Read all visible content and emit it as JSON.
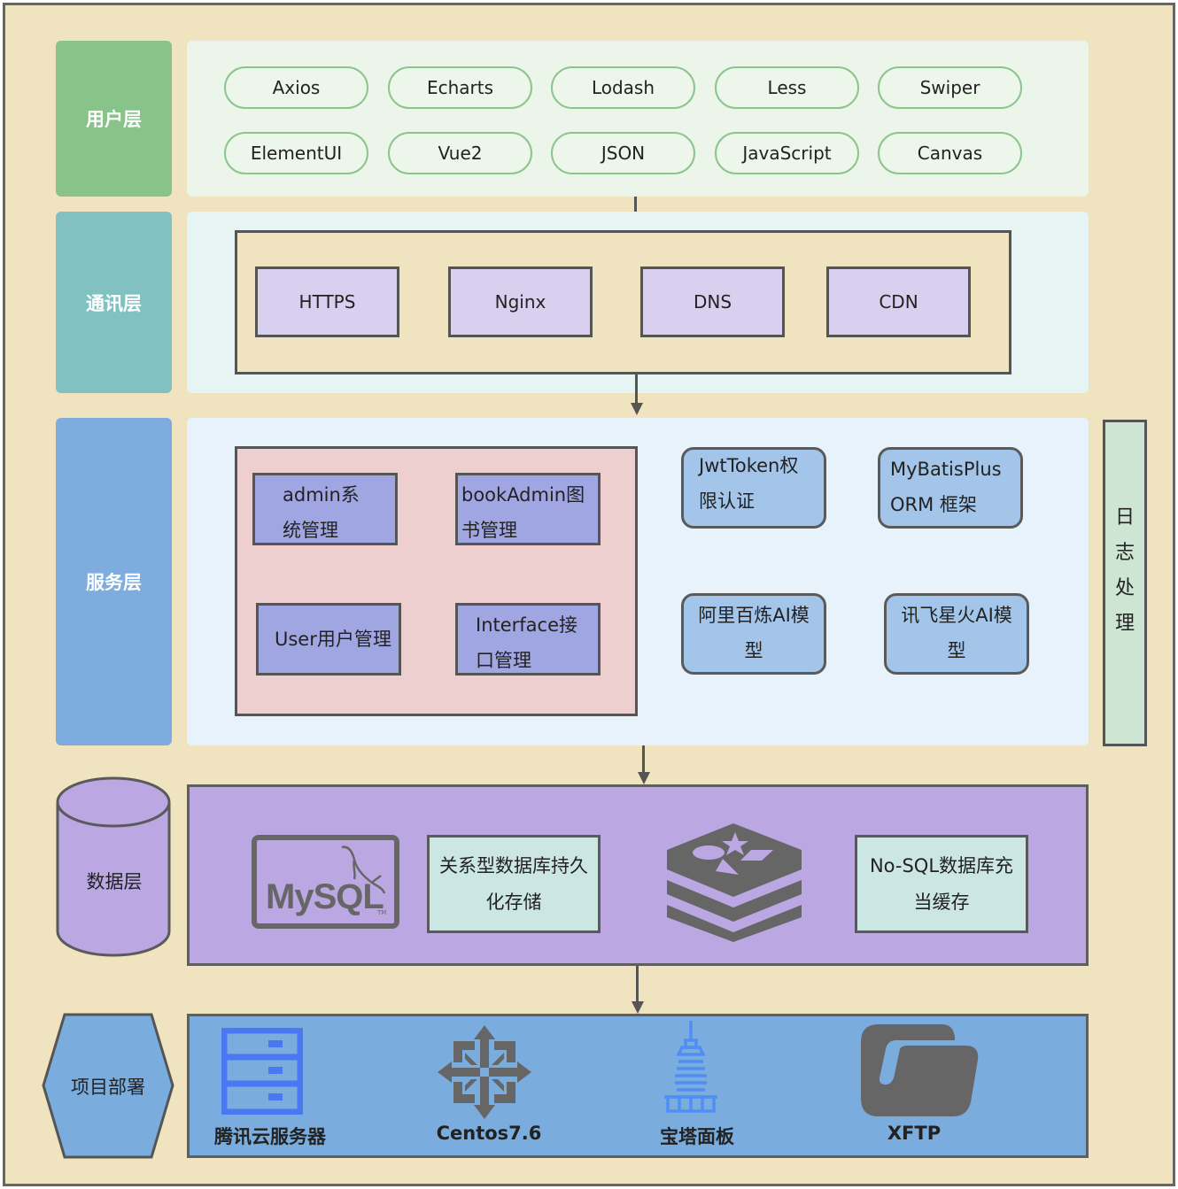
{
  "layers": {
    "user": {
      "label": "用户层",
      "color": "#88c38a"
    },
    "comm": {
      "label": "通讯层",
      "color": "#82c1c1"
    },
    "service": {
      "label": "服务层",
      "color": "#7eacdf"
    },
    "data": {
      "label": "数据层",
      "color": "#bba8e3"
    },
    "deploy": {
      "label": "项目部署",
      "color": "#7aacdd"
    }
  },
  "user_layer": {
    "pills": [
      "Axios",
      "Echarts",
      "Lodash",
      "Less",
      "Swiper",
      "ElementUI",
      "Vue2",
      "JSON",
      "JavaScript",
      "Canvas"
    ]
  },
  "comm_layer": {
    "boxes": [
      "HTTPS",
      "Nginx",
      "DNS",
      "CDN"
    ]
  },
  "service_layer": {
    "modules": [
      {
        "line1": "admin系",
        "line2": "统管理"
      },
      {
        "line1": "bookAdmin图",
        "line2": "书管理"
      },
      {
        "line1": "User用户管理",
        "line2": ""
      },
      {
        "line1": "Interface接",
        "line2": "口管理"
      }
    ],
    "components": [
      {
        "line1": "JwtToken权",
        "line2": "限认证"
      },
      {
        "line1": "MyBatisPlus",
        "line2": "ORM 框架"
      },
      {
        "line1": "阿里百炼AI模",
        "line2": "型"
      },
      {
        "line1": "讯飞星火AI模",
        "line2": "型"
      }
    ]
  },
  "log": {
    "chars": [
      "日",
      "志",
      "处",
      "理"
    ]
  },
  "data_layer": {
    "mysql_logo": "MySQL",
    "mysql_tm": "TM",
    "mysql_desc": {
      "line1": "关系型数据库持久",
      "line2": "化存储"
    },
    "redis_desc": {
      "line1": "No-SQL数据库充",
      "line2": "当缓存"
    }
  },
  "deploy_layer": {
    "items": [
      {
        "label": "腾讯云服务器",
        "icon": "server-icon"
      },
      {
        "label": "Centos7.6",
        "icon": "centos-icon"
      },
      {
        "label": "宝塔面板",
        "icon": "pagoda-icon"
      },
      {
        "label": "XFTP",
        "icon": "folder-icon"
      }
    ]
  }
}
